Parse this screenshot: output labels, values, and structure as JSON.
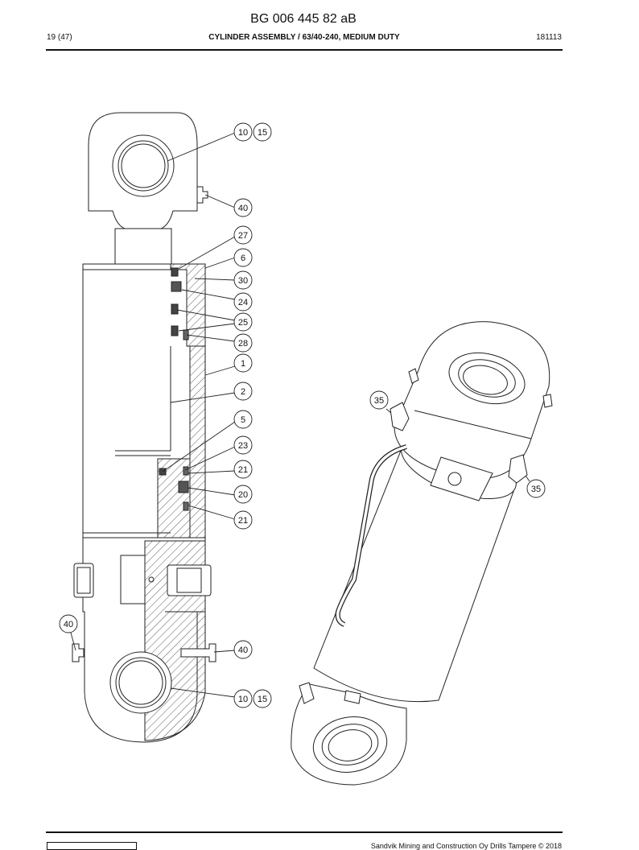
{
  "header": {
    "doc_number": "BG 006 445 82 aB",
    "page": "19 (47)",
    "title": "CYLINDER ASSEMBLY / 63/40-240, MEDIUM DUTY",
    "date": "181113"
  },
  "footer": {
    "copyright": "Sandvik Mining and Construction Oy Drills Tampere © 2018"
  },
  "callouts": {
    "c10a": "10",
    "c15a": "15",
    "c40a": "40",
    "c27": "27",
    "c6": "6",
    "c30": "30",
    "c24": "24",
    "c25": "25",
    "c28": "28",
    "c1": "1",
    "c2": "2",
    "c5": "5",
    "c23": "23",
    "c21a": "21",
    "c20": "20",
    "c21b": "21",
    "c40b": "40",
    "c40c": "40",
    "c10b": "10",
    "c15b": "15",
    "c35a": "35",
    "c35b": "35"
  }
}
